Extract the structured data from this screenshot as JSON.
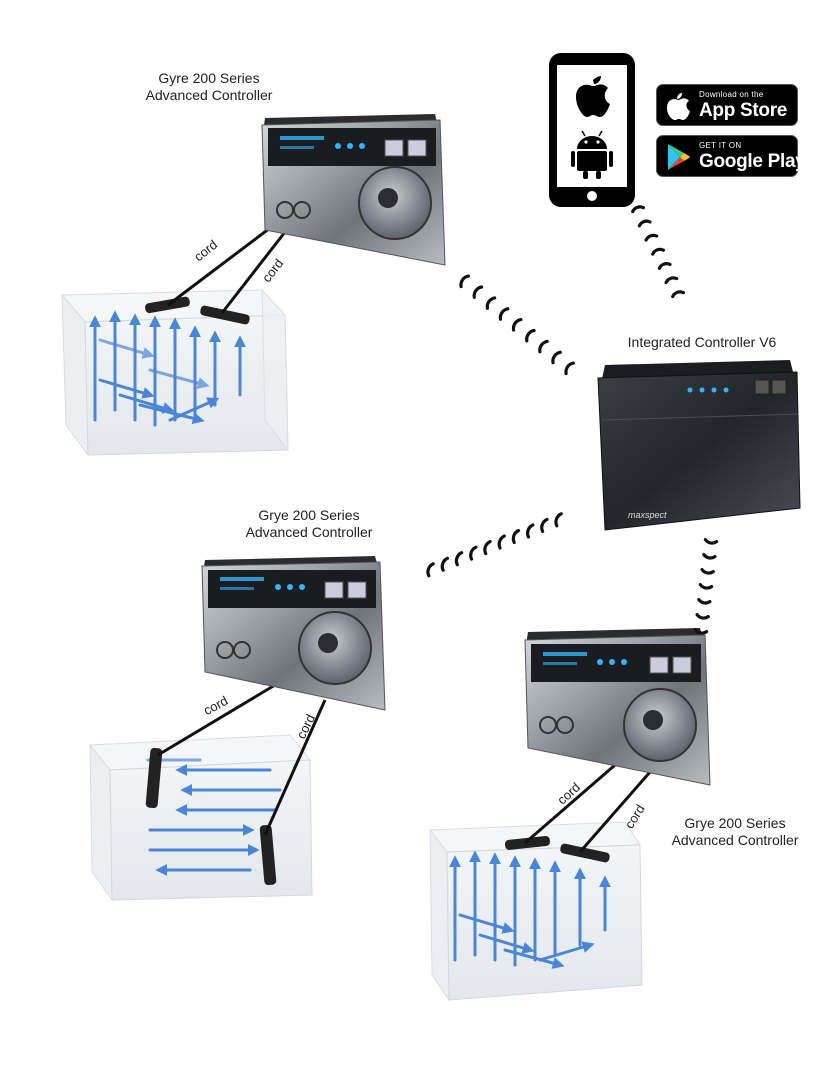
{
  "labels": {
    "top_controller_line1": "Gyre 200 Series",
    "top_controller_line2": "Advanced Controller",
    "integrated_controller": "Integrated Controller V6",
    "left_controller_line1": "Grye 200 Series",
    "left_controller_line2": "Advanced Controller",
    "right_controller_line1": "Grye 200 Series",
    "right_controller_line2": "Advanced Controller",
    "cord": "cord",
    "controller_logo": "maxspect"
  },
  "badges": {
    "app_store_small": "Download on the",
    "app_store_big": "App Store",
    "google_play_small": "GET IT ON",
    "google_play_big": "Google Play"
  },
  "icons": [
    "apple-icon",
    "android-icon",
    "google-play-icon",
    "phone-icon"
  ],
  "colors": {
    "flow_arrows": "#4a86d8",
    "controller_body": "#9a9ea4",
    "display_text": "#2fb6ff",
    "wireless_waves": "#111111"
  }
}
